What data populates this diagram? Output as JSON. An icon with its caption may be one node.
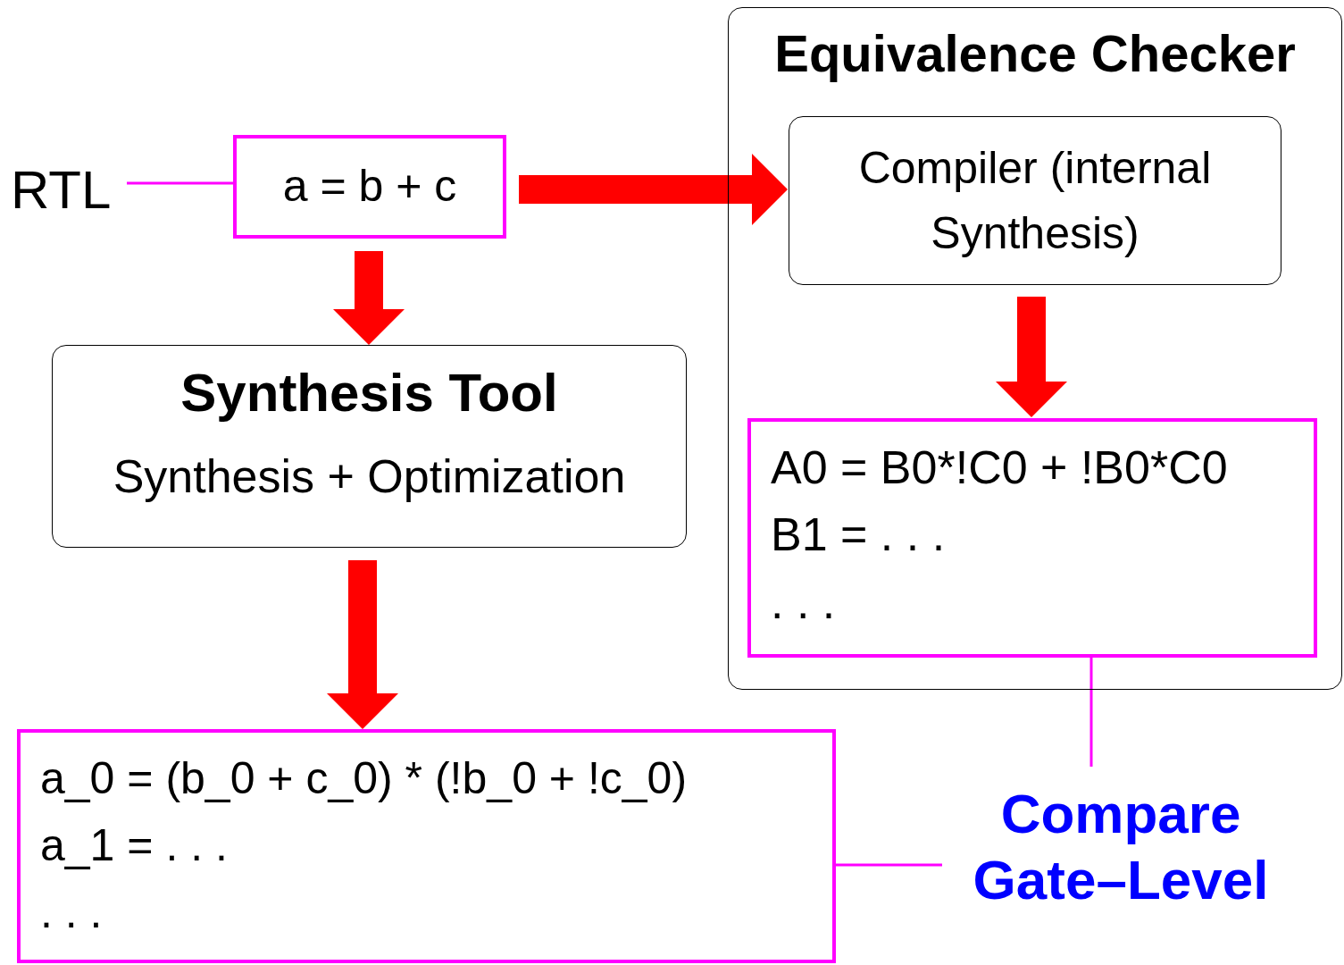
{
  "diagram": {
    "nodes": [
      {
        "text": [
          "RTL"
        ]
      },
      {
        "text": [
          "a = b + c"
        ]
      },
      {
        "text": [
          "Equivalence Checker"
        ]
      },
      {
        "text": [
          "Compiler (internal Synthesis)"
        ],
        "in": 2
      },
      {
        "text": [
          "A0 = B0*!C0 + !B0*C0",
          "B1 = . . .",
          ". . ."
        ],
        "in": 2
      },
      {
        "text": [
          "Synthesis Tool",
          "Synthesis + Optimization"
        ]
      },
      {
        "text": [
          "a_0 = (b_0 + c_0) * (!b_0 + !c_0)",
          "a_1 = . . .",
          ". . ."
        ]
      },
      {
        "text": [
          "Compare Gate–Level"
        ]
      }
    ],
    "edges": [
      {
        "from": 0,
        "to": 1,
        "arrow": "none",
        "color": "#ff00ff"
      },
      {
        "from": 1,
        "to": 3,
        "arrow": "to",
        "color": "#ff0000"
      },
      {
        "from": 1,
        "to": 5,
        "arrow": "to",
        "color": "#ff0000"
      },
      {
        "from": 3,
        "to": 4,
        "arrow": "to",
        "color": "#ff0000"
      },
      {
        "from": 5,
        "to": 6,
        "arrow": "to",
        "color": "#ff0000"
      },
      {
        "from": 4,
        "to": 7,
        "arrow": "none",
        "color": "#ff00ff"
      },
      {
        "from": 6,
        "to": 7,
        "arrow": "none",
        "color": "#ff00ff"
      }
    ]
  }
}
